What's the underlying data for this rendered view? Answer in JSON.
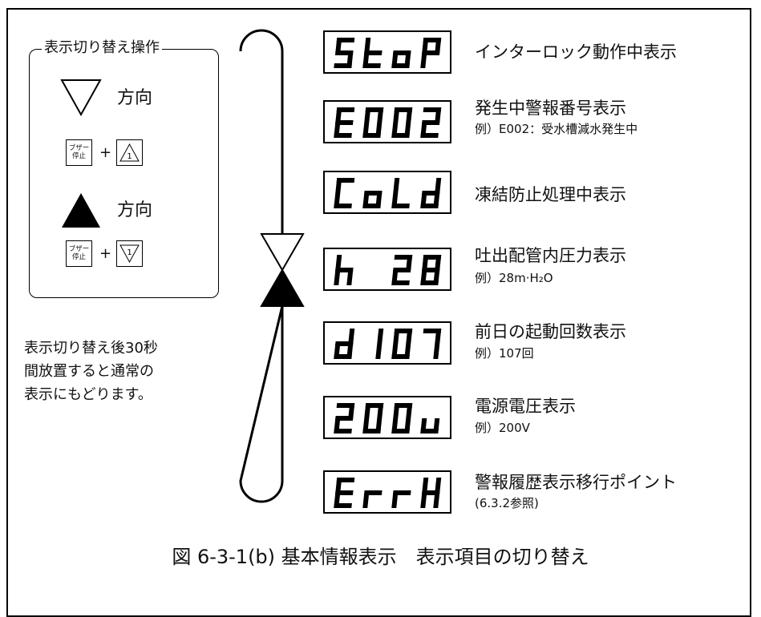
{
  "legend": {
    "title": "表示切り替え操作",
    "down_direction": "方向",
    "up_direction": "方向",
    "buzzer_stop_key_line1": "ブザー",
    "buzzer_stop_key_line2": "停止",
    "plus": "+",
    "key_number": "1"
  },
  "note": {
    "line1": "表示切り替え後30秒",
    "line2": "間放置すると通常の",
    "line3": "表示にもどります。"
  },
  "items": [
    {
      "display": "StoP",
      "title": "インターロック動作中表示",
      "sub": ""
    },
    {
      "display": "E002",
      "title": "発生中警報番号表示",
      "sub": "例）E002：受水槽減水発生中"
    },
    {
      "display": "CoLd",
      "title": "凍結防止処理中表示",
      "sub": ""
    },
    {
      "display": "h 28",
      "title": "吐出配管内圧力表示",
      "sub": "例）28m·H₂O"
    },
    {
      "display": "d107",
      "title": "前日の起動回数表示",
      "sub": "例）107回"
    },
    {
      "display": "200u",
      "title": "電源電圧表示",
      "sub": "例）200V"
    },
    {
      "display": "ErrH",
      "title": "警報履歴表示移行ポイント",
      "sub": "(6.3.2参照)"
    }
  ],
  "caption": "図 6-3-1(b) 基本情報表示　表示項目の切り替え"
}
